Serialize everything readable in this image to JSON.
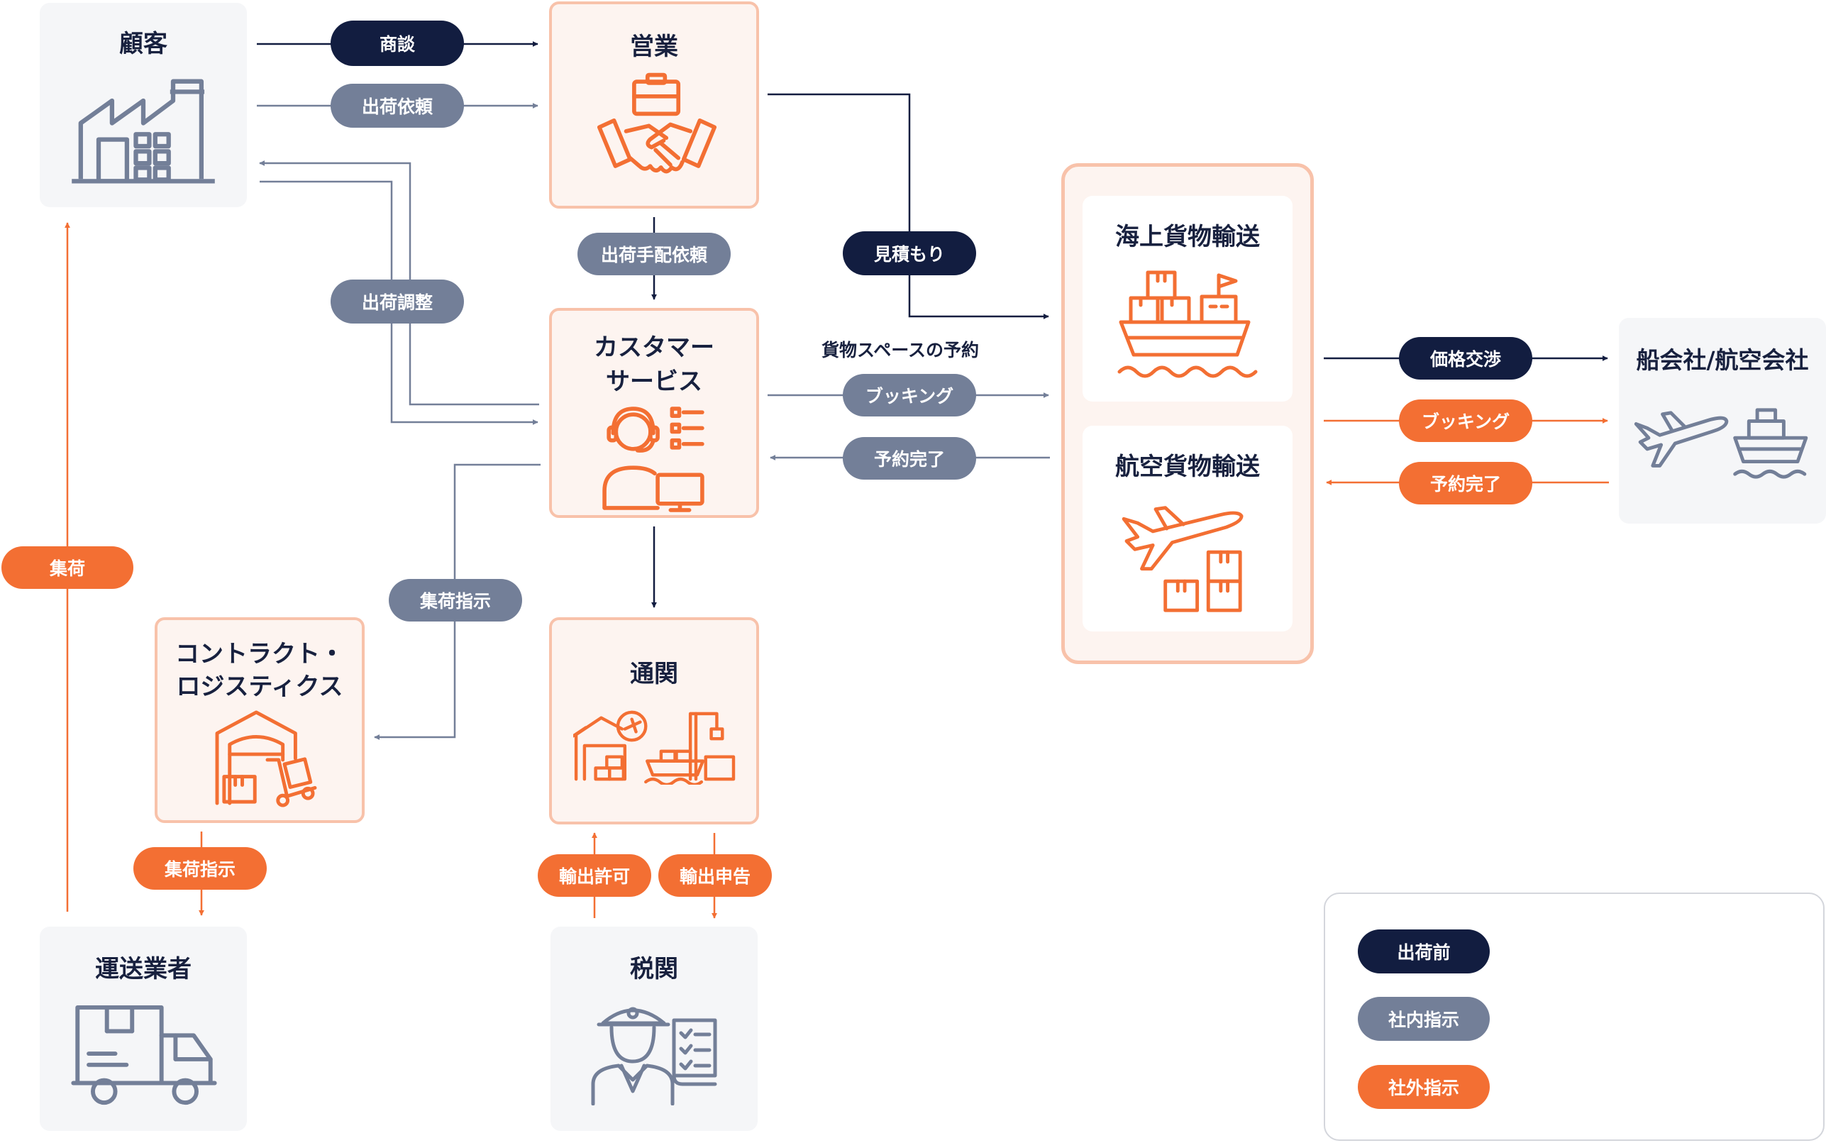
{
  "colors": {
    "navy": "#121d40",
    "slate": "#737f98",
    "orange": "#f36f33",
    "peach_border": "#f8c2aa",
    "peach_bg": "#fdf4f0",
    "grey_bg": "#f5f6f8"
  },
  "nodes": {
    "customer": {
      "title": "顧客",
      "icon": "factory-icon"
    },
    "sales": {
      "title": "営業",
      "icon": "handshake-briefcase-icon"
    },
    "customer_service": {
      "title_line1": "カスタマー",
      "title_line2": "サービス",
      "icon": "operator-headset-icon"
    },
    "sea_freight": {
      "title": "海上貨物輸送",
      "icon": "cargo-ship-icon"
    },
    "air_freight": {
      "title": "航空貨物輸送",
      "icon": "airplane-boxes-icon"
    },
    "carriers": {
      "title": "船会社/航空会社",
      "icon": "plane-and-ship-icon"
    },
    "contract_logistics": {
      "title_line1": "コントラクト・",
      "title_line2": "ロジスティクス",
      "icon": "warehouse-cart-icon"
    },
    "customs_clearance": {
      "title": "通関",
      "icon": "customs-port-icon"
    },
    "transporter": {
      "title": "運送業者",
      "icon": "truck-icon"
    },
    "customs_office": {
      "title": "税関",
      "icon": "customs-officer-icon"
    }
  },
  "labels": {
    "negotiation": "商談",
    "shipping_request": "出荷依頼",
    "shipping_arrangement_request": "出荷手配依頼",
    "shipping_adjustment": "出荷調整",
    "quotation": "見積もり",
    "cargo_space_booking": "貨物スペースの予約",
    "booking": "ブッキング",
    "booking_complete": "予約完了",
    "collection_instruction": "集荷指示",
    "collection": "集荷",
    "price_negotiation": "価格交渉",
    "booking_external": "ブッキング",
    "booking_complete_external": "予約完了",
    "external_collection_instruction": "集荷指示",
    "export_permit": "輸出許可",
    "export_declaration": "輸出申告"
  },
  "legend": {
    "pre_shipment": "出荷前",
    "internal_instruction": "社内指示",
    "external_instruction": "社外指示"
  }
}
